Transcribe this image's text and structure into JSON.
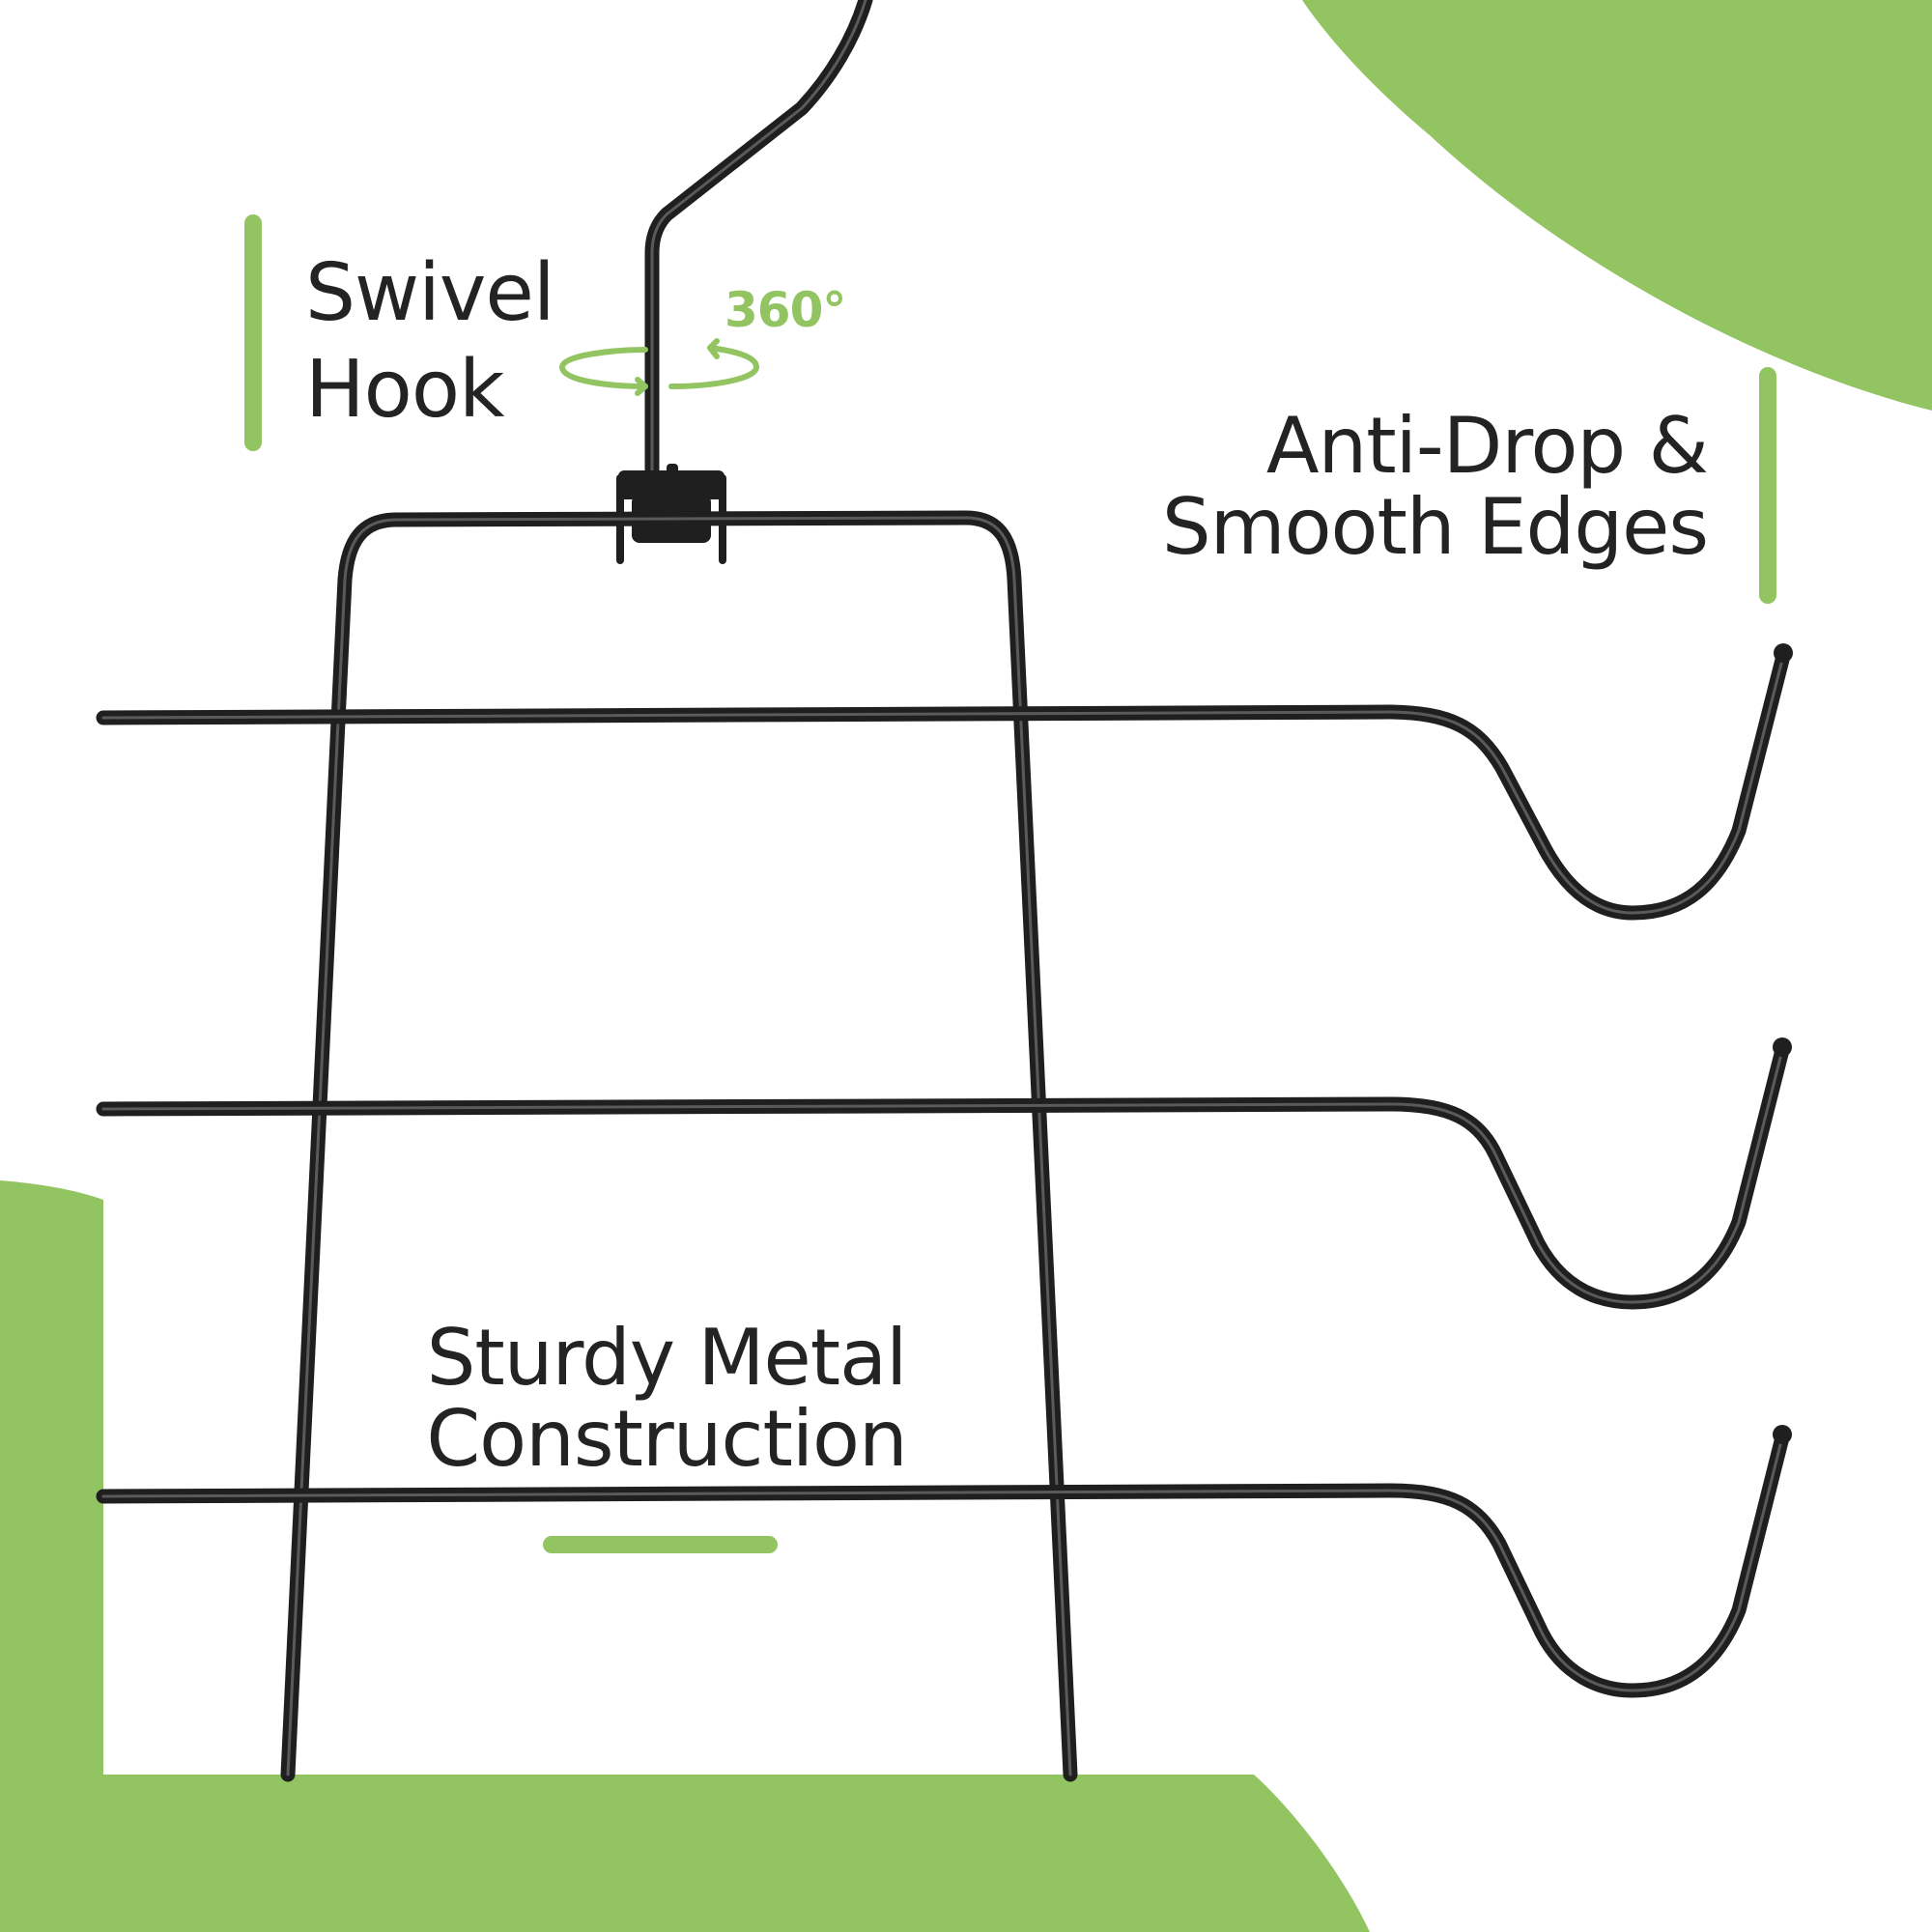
{
  "colors": {
    "accent_green": "#93C462",
    "wire_black": "#1f1f1f",
    "text_dark": "#232323",
    "background": "#ffffff"
  },
  "callouts": {
    "swivel": {
      "line1": "Swivel",
      "line2": "Hook"
    },
    "rotation": {
      "degrees": "360°"
    },
    "anti_drop": {
      "line1": "Anti-Drop &",
      "line2": "Smooth Edges"
    },
    "sturdy": {
      "line1": "Sturdy Metal",
      "line2": "Construction"
    }
  }
}
